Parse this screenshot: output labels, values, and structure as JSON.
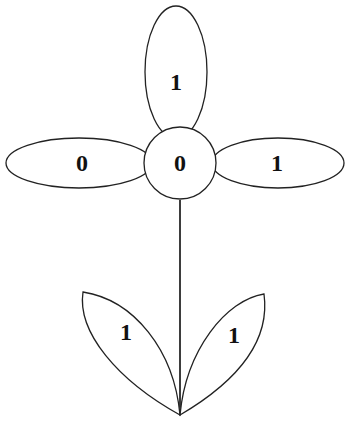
{
  "diagram": {
    "nodes": [
      {
        "text": [
          "1"
        ]
      },
      {
        "text": [
          "0"
        ]
      },
      {
        "text": [
          "0"
        ]
      },
      {
        "text": [
          "1"
        ]
      },
      {
        "text": [
          "1"
        ]
      },
      {
        "text": [
          "1"
        ]
      }
    ],
    "edges": [
      {
        "from": 2,
        "to": 4,
        "arrow": "none"
      },
      {
        "from": 2,
        "to": 5,
        "arrow": "none"
      }
    ]
  }
}
